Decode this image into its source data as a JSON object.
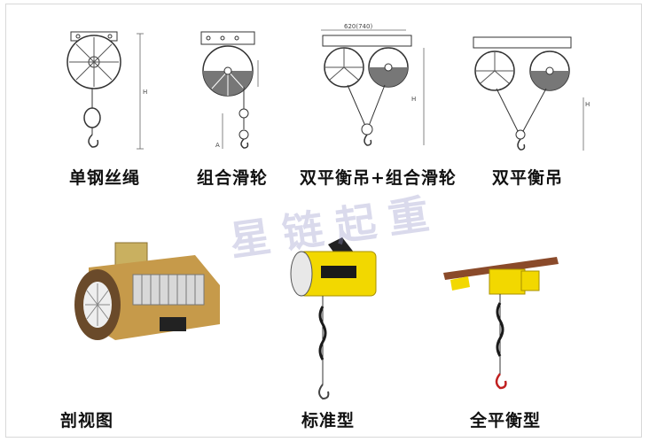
{
  "captions": {
    "single_wire": "单钢丝绳",
    "combo_pulley": "组合滑轮",
    "double_balance_combo": "双平衡吊+组合滑轮",
    "double_balance": "双平衡吊",
    "cutaway": "剖视图",
    "standard": "标准型",
    "full_balance": "全平衡型"
  },
  "dimension": {
    "width_label": "620(740)",
    "height_label": "H",
    "a_label": "A"
  },
  "watermark": "星链起重",
  "colors": {
    "yellow": "#f2d800",
    "bronze": "#b08030",
    "rail": "#8a4a2a",
    "hook_red": "#c02020"
  }
}
